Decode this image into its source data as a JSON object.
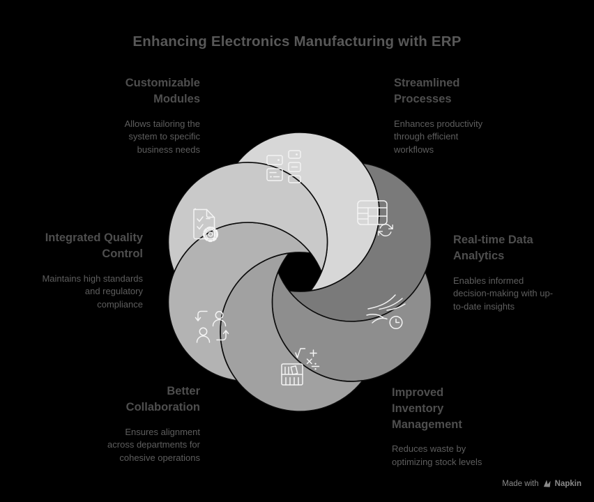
{
  "title": "Enhancing Electronics Manufacturing with ERP",
  "colors": {
    "background": "#000000",
    "title_text": "#585858",
    "heading_text": "#4e4e4e",
    "body_text": "#5e5e5e",
    "petal_outline": "#0b0b0b",
    "icon_stroke": "#f4f4f4",
    "footer_text": "#8a8a8a"
  },
  "petals": [
    {
      "id": "customizable-modules",
      "label": "Customizable Modules",
      "description": "Allows tailoring the system to specific business needs",
      "color": "#d7d7d7",
      "icon": "modules-icon"
    },
    {
      "id": "streamlined-processes",
      "label": "Streamlined Processes",
      "description": "Enhances productivity through efficient workflows",
      "color": "#7a7a7a",
      "icon": "table-sync-icon"
    },
    {
      "id": "real-time-data-analytics",
      "label": "Real-time Data Analytics",
      "description": "Enables informed decision-making with up-to-date insights",
      "color": "#8e8e8e",
      "icon": "wind-clock-icon"
    },
    {
      "id": "improved-inventory-management",
      "label": "Improved Inventory Management",
      "description": "Reduces waste by optimizing stock levels",
      "color": "#a1a1a1",
      "icon": "inventory-math-icon"
    },
    {
      "id": "better-collaboration",
      "label": "Better Collaboration",
      "description": "Ensures alignment across departments for cohesive operations",
      "color": "#b3b3b3",
      "icon": "people-exchange-icon"
    },
    {
      "id": "integrated-quality-control",
      "label": "Integrated Quality Control",
      "description": "Maintains high standards and regulatory compliance",
      "color": "#c9c9c9",
      "icon": "document-gear-icon"
    }
  ],
  "footer": {
    "prefix": "Made with",
    "brand": "Napkin"
  }
}
